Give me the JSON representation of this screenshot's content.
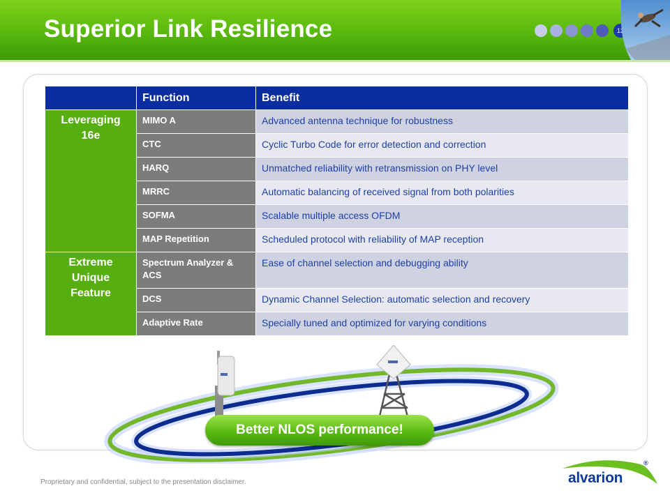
{
  "slide": {
    "title": "Superior Link Resilience",
    "page_number": "13"
  },
  "nav_dots": [
    "#c7cce8",
    "#aab2df",
    "#8c95d3",
    "#6f7ac8",
    "#4f5bbb"
  ],
  "table": {
    "headers": [
      "",
      "Function",
      "Benefit"
    ],
    "groups": [
      {
        "label": "Leveraging 16e",
        "rows": [
          {
            "function": "MIMO A",
            "benefit": "Advanced antenna technique for robustness"
          },
          {
            "function": "CTC",
            "benefit": "Cyclic Turbo Code for error detection and correction"
          },
          {
            "function": "HARQ",
            "benefit": "Unmatched reliability with retransmission on PHY level"
          },
          {
            "function": "MRRC",
            "benefit": "Automatic balancing of received signal from both polarities"
          },
          {
            "function": "SOFMA",
            "benefit": "Scalable multiple access OFDM"
          },
          {
            "function": "MAP Repetition",
            "benefit": "Scheduled protocol with reliability of MAP reception"
          }
        ]
      },
      {
        "label": "Extreme Unique Feature",
        "rows": [
          {
            "function": "Spectrum Analyzer & ACS",
            "benefit": "Ease of channel selection and debugging ability"
          },
          {
            "function": "DCS",
            "benefit": "Dynamic Channel Selection: automatic selection and recovery"
          },
          {
            "function": "Adaptive Rate",
            "benefit": "Specially tuned and optimized for varying conditions"
          }
        ]
      }
    ]
  },
  "callout": "Better NLOS performance!",
  "footer": {
    "disclaimer": "Proprietary and confidential, subject to the presentation disclaimer.",
    "logo_text": "alvarion",
    "logo_mark": "®"
  },
  "colors": {
    "header_green": "#58b80c",
    "table_header_blue": "#0a2e9f",
    "group_green": "#56ae10",
    "function_gray": "#7c7c7c",
    "benefit_text_blue": "#1d3fa8"
  }
}
